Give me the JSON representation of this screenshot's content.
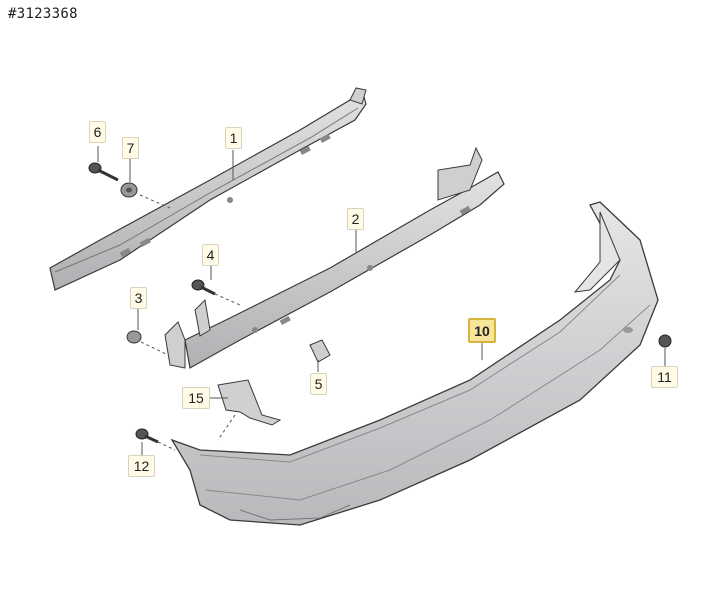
{
  "image_id_label": "#3123368",
  "colors": {
    "part_fill": "#d4d4d6",
    "part_dark": "#a8a8ab",
    "part_stroke": "#3a3a3a",
    "callout_bg": "#fffbe6",
    "callout_highlight": "#f6e59a"
  },
  "callouts": [
    {
      "id": "1",
      "label": "1"
    },
    {
      "id": "2",
      "label": "2"
    },
    {
      "id": "3",
      "label": "3"
    },
    {
      "id": "4",
      "label": "4"
    },
    {
      "id": "5",
      "label": "5"
    },
    {
      "id": "6",
      "label": "6"
    },
    {
      "id": "7",
      "label": "7"
    },
    {
      "id": "10",
      "label": "10",
      "highlighted": true
    },
    {
      "id": "11",
      "label": "11"
    },
    {
      "id": "12",
      "label": "12"
    },
    {
      "id": "15",
      "label": "15"
    }
  ]
}
